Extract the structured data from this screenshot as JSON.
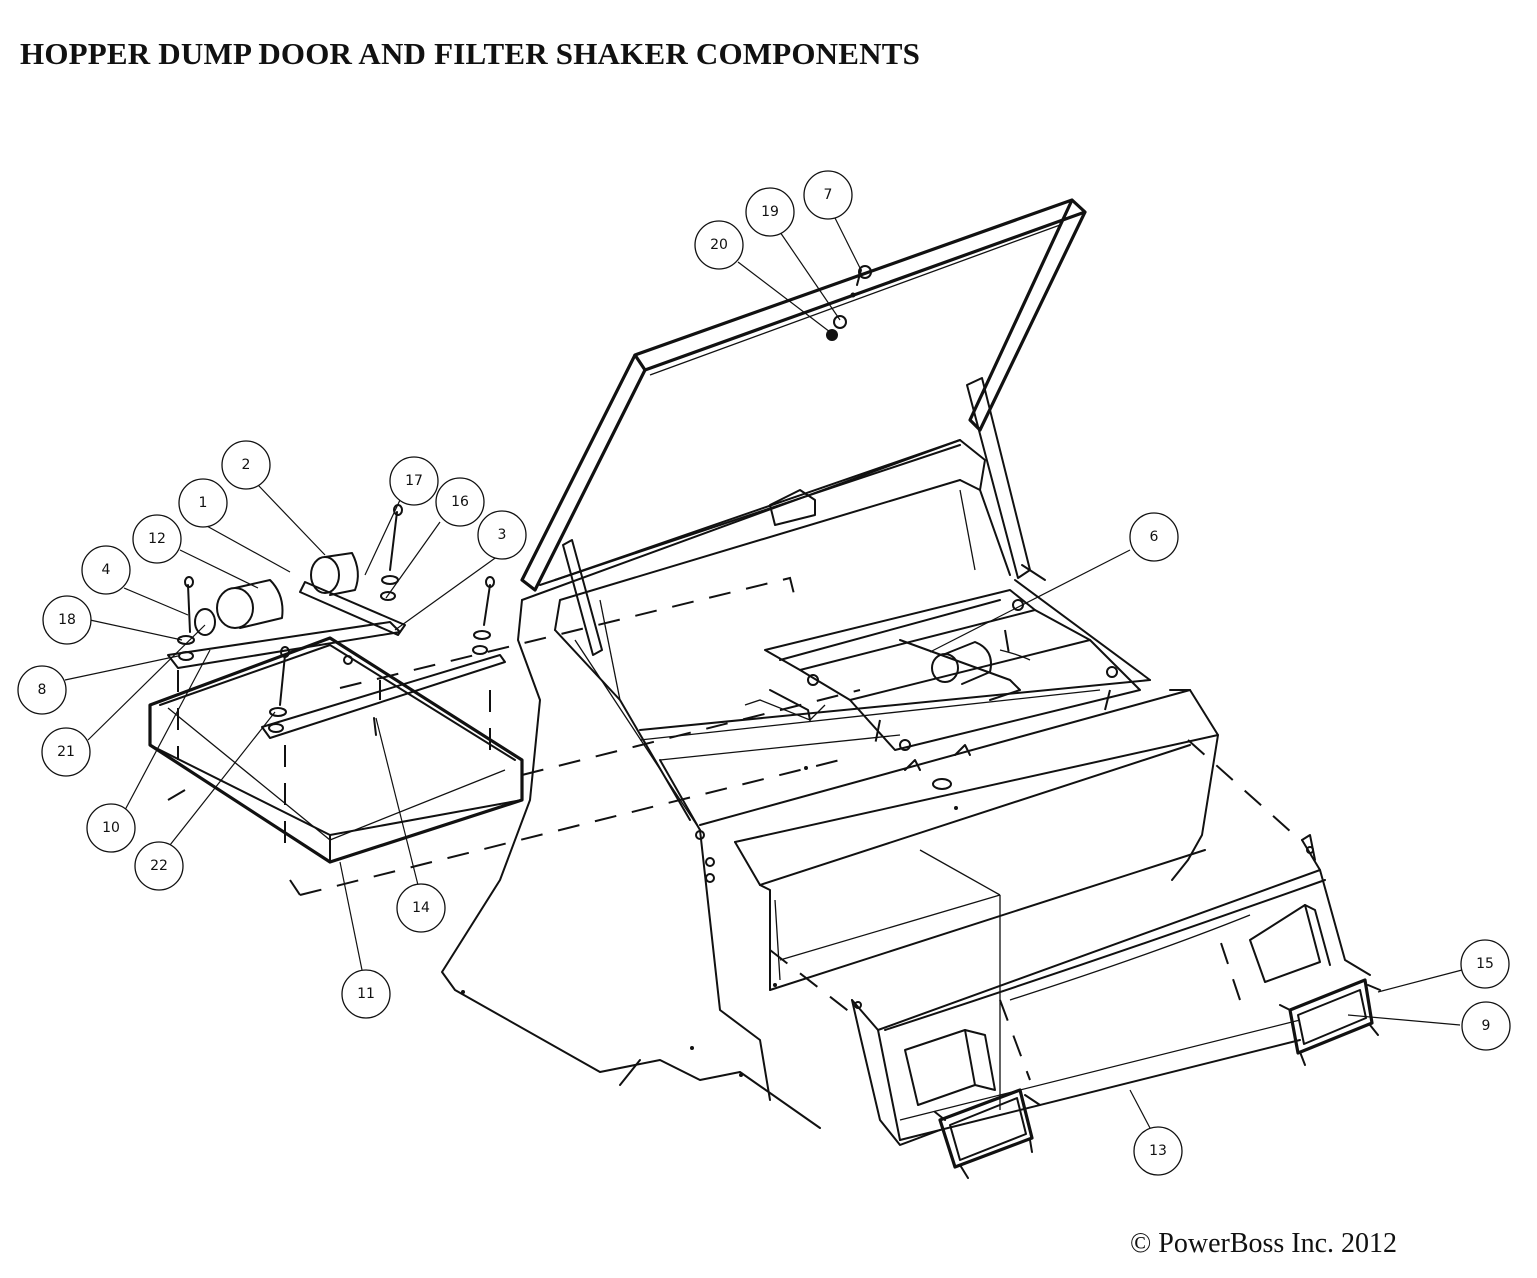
{
  "title": "HOPPER DUMP DOOR AND FILTER SHAKER COMPONENTS",
  "copyright": "© PowerBoss Inc. 2012",
  "callouts": [
    {
      "id": "1",
      "label": "1"
    },
    {
      "id": "2",
      "label": "2"
    },
    {
      "id": "3",
      "label": "3"
    },
    {
      "id": "4",
      "label": "4"
    },
    {
      "id": "6",
      "label": "6"
    },
    {
      "id": "7",
      "label": "7"
    },
    {
      "id": "8",
      "label": "8"
    },
    {
      "id": "9",
      "label": "9"
    },
    {
      "id": "10",
      "label": "10"
    },
    {
      "id": "11",
      "label": "11"
    },
    {
      "id": "12",
      "label": "12"
    },
    {
      "id": "13",
      "label": "13"
    },
    {
      "id": "14",
      "label": "14"
    },
    {
      "id": "15",
      "label": "15"
    },
    {
      "id": "16",
      "label": "16"
    },
    {
      "id": "17",
      "label": "17"
    },
    {
      "id": "18",
      "label": "18"
    },
    {
      "id": "19",
      "label": "19"
    },
    {
      "id": "20",
      "label": "20"
    },
    {
      "id": "21",
      "label": "21"
    },
    {
      "id": "22",
      "label": "22"
    }
  ]
}
